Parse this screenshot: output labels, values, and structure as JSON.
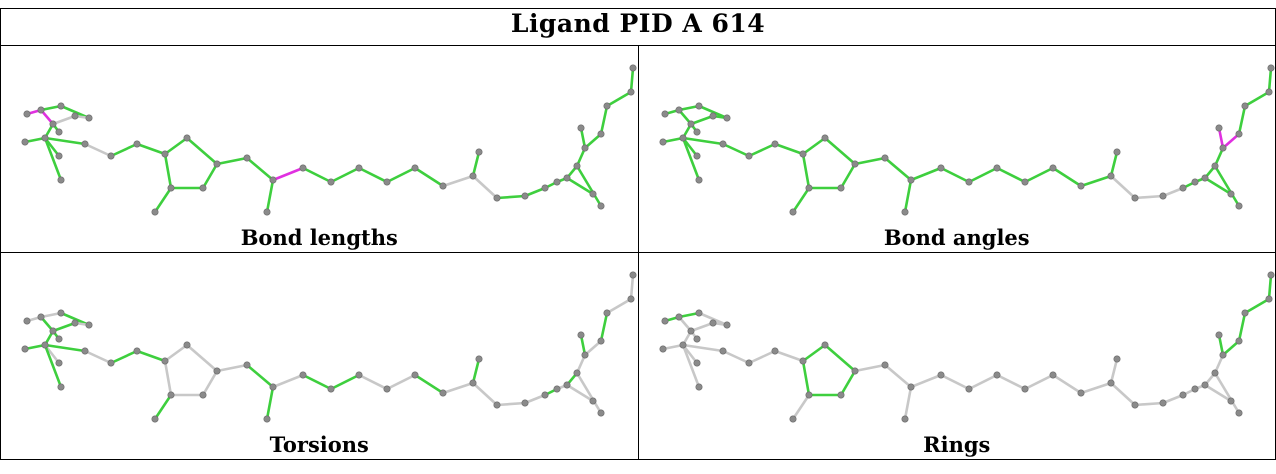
{
  "title": "Ligand PID A 614",
  "panels": [
    {
      "caption": "Bond lengths"
    },
    {
      "caption": "Bond angles"
    },
    {
      "caption": "Torsions"
    },
    {
      "caption": "Rings"
    }
  ]
}
